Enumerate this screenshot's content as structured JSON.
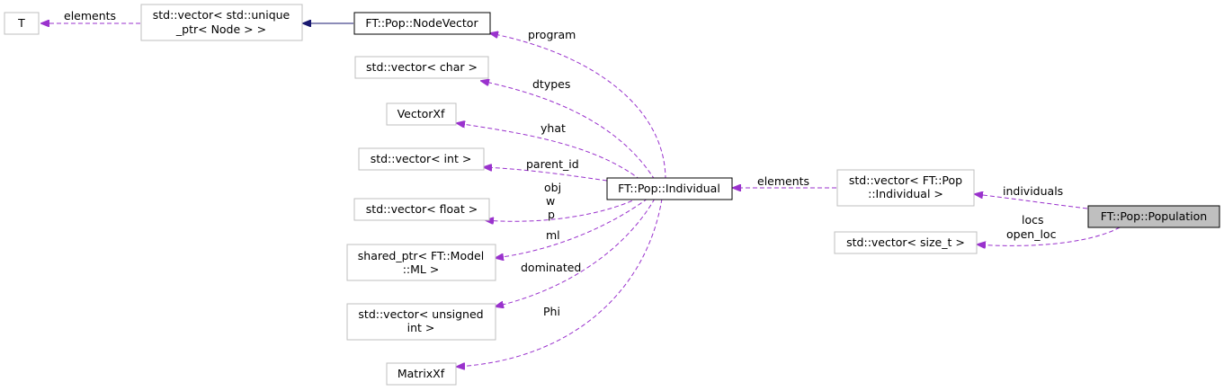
{
  "nodes": {
    "t": "T",
    "vec_unique_ptr": [
      "std::vector< std::unique",
      "_ptr< Node > >"
    ],
    "node_vector": "FT::Pop::NodeVector",
    "vec_char": "std::vector< char >",
    "vectorxf": "VectorXf",
    "vec_int": "std::vector< int >",
    "vec_float": "std::vector< float >",
    "shared_ptr_ml": [
      "shared_ptr< FT::Model",
      "::ML >"
    ],
    "vec_uint": [
      "std::vector< unsigned",
      "int >"
    ],
    "matrixxf": "MatrixXf",
    "individual": "FT::Pop::Individual",
    "vec_individual": [
      "std::vector< FT::Pop",
      "::Individual >"
    ],
    "vec_size_t": "std::vector< size_t >",
    "population": "FT::Pop::Population"
  },
  "edge_labels": {
    "elements_t": "elements",
    "program": "program",
    "dtypes": "dtypes",
    "yhat": "yhat",
    "parent_id": "parent_id",
    "obj": "obj",
    "w": "w",
    "p": "p",
    "ml": "ml",
    "dominated": "dominated",
    "phi": "Phi",
    "elements_ind": "elements",
    "individuals": "individuals",
    "locs": "locs",
    "open_loc": "open_loc"
  },
  "colors": {
    "member_edge": "#9a32cd",
    "inherit_edge": "#191970",
    "node_border": "#bfbfbf",
    "focus_fill": "#bfbfbf"
  }
}
